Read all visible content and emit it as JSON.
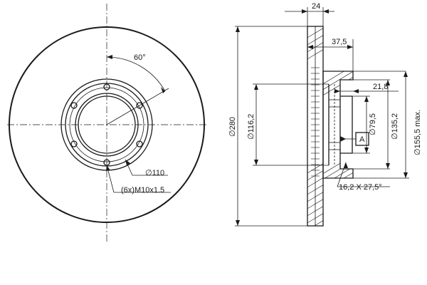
{
  "front_view": {
    "angle_label": "60°",
    "bolt_circle_label": "∅110",
    "holes_label": "(6x)M10x1.5"
  },
  "section_view": {
    "thickness_label": "24",
    "offset_label": "37,5",
    "hub_depth_label": "21,8",
    "outer_diameter_label": "∅280",
    "inner_diameter_label": "∅116,2",
    "bore_label": "∅79,5",
    "hub_diameter_label": "∅135,2",
    "max_diameter_label": "∅155,5 max.",
    "chamfer_label": "16,2 X 27,5°",
    "datum_label": "A"
  }
}
